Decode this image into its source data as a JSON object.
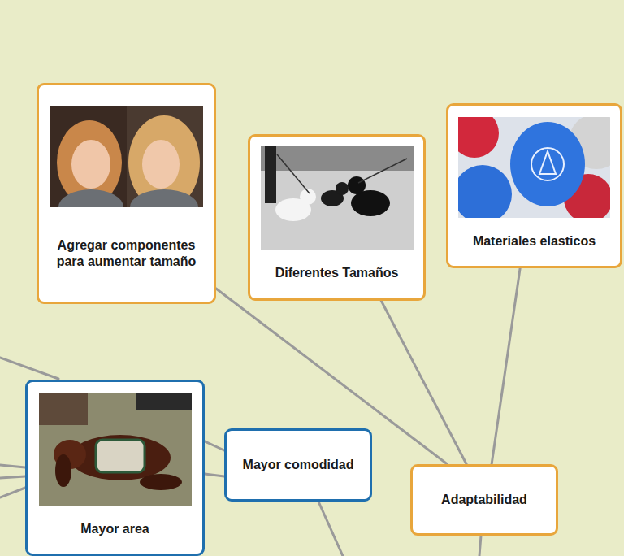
{
  "diagram": {
    "nodes": [
      {
        "text": [
          "Agregar componentes para aumentar tamaño"
        ]
      },
      {
        "text": [
          "Diferentes Tamaños"
        ]
      },
      {
        "text": [
          "Materiales elasticos"
        ]
      },
      {
        "text": [
          "Mayor area"
        ]
      },
      {
        "text": [
          "Mayor comodidad"
        ]
      },
      {
        "text": [
          "Adaptabilidad"
        ]
      }
    ],
    "edges": [
      {
        "from": 5,
        "to": 0,
        "arrow": "none"
      },
      {
        "from": 5,
        "to": 1,
        "arrow": "none"
      },
      {
        "from": 5,
        "to": 2,
        "arrow": "none"
      },
      {
        "from": 4,
        "to": 3,
        "arrow": "none"
      }
    ]
  }
}
